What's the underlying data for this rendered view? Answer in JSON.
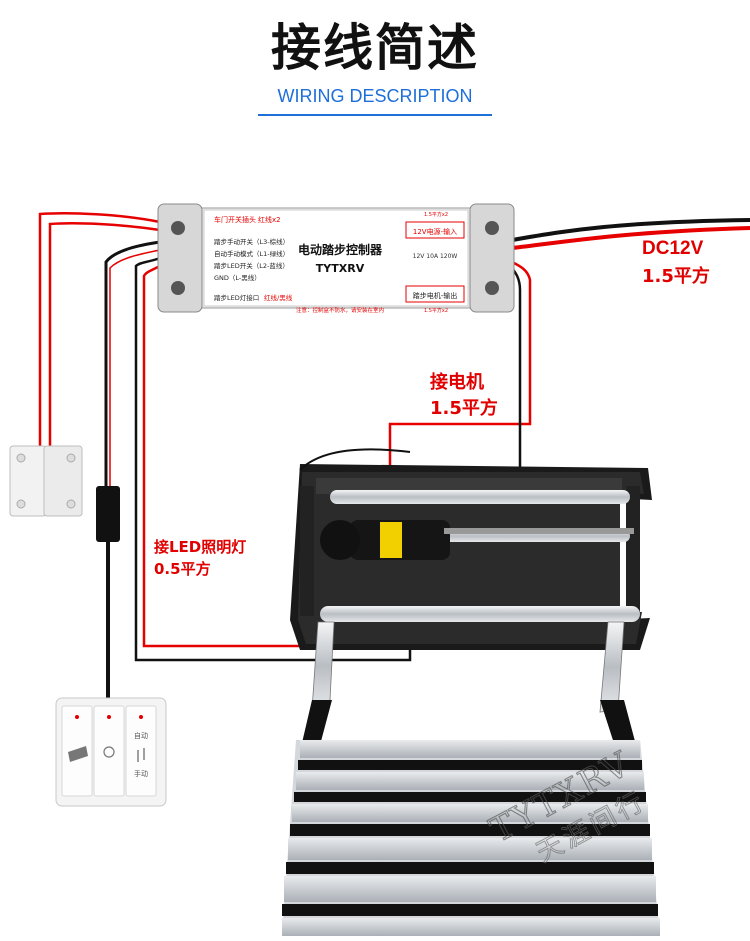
{
  "header": {
    "title": "接线简述",
    "subtitle": "WIRING DESCRIPTION"
  },
  "controller": {
    "name": "电动踏步控制器",
    "brand": "TYTXRV",
    "door_sensor": "车门开关插头",
    "door_sensor_wire": "红线x2",
    "manual_switch": "踏步手动开关（L3-棕线）",
    "auto_mode": "自动手动模式（L1-绿线）",
    "led_switch": "踏步LED开关（L2-蓝线）",
    "gnd": "GND（L-黑线）",
    "led_port": "踏步LED灯接口",
    "led_port_wire": "红线/黑线",
    "power_in": "12V电源-输入",
    "power_spec": "12V  10A  120W",
    "motor_out": "踏步电机-输出",
    "wire_spec": "1.5平方x2",
    "notice": "注意：控制盒不防水，请安装在室内"
  },
  "labels": {
    "dc_voltage": "DC12V",
    "dc_gauge": "1.5平方",
    "motor": "接电机",
    "motor_gauge": "1.5平方",
    "led": "接LED照明灯",
    "led_gauge": "0.5平方"
  },
  "switch_panel": {
    "auto_text": "自动",
    "manual_text": "手动"
  },
  "watermark": {
    "latin": "TYTXRV",
    "cn": "天涯间行"
  },
  "colors": {
    "red_wire": "#e60000",
    "black_wire": "#111111",
    "label_red": "#e10000",
    "title_blue": "#1e6fd9"
  }
}
